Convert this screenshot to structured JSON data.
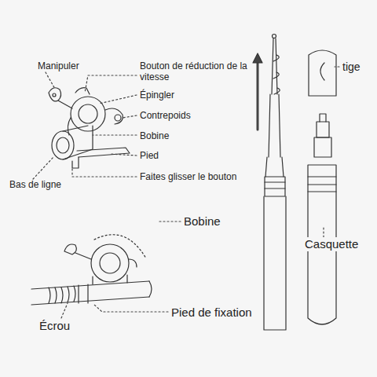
{
  "diagram": {
    "labels": [
      "Manipuler",
      "Bouton de réduction de la vitesse",
      "Épingler",
      "Contrepoids",
      "Bobine",
      "Pied",
      "Bas de ligne",
      "Faites glisser le bouton",
      "tige",
      "Bobine",
      "Casquette",
      "Pied de fixation",
      "Écrou"
    ]
  }
}
